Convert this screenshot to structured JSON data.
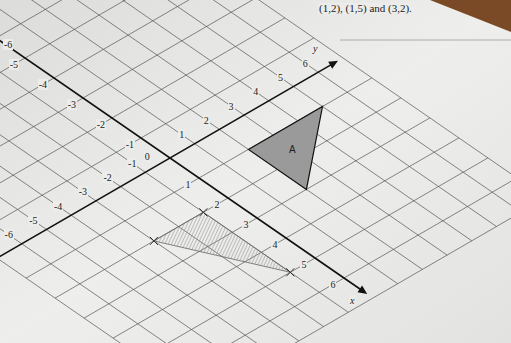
{
  "diagram": {
    "nodes": [
      {
        "text": [
          "A"
        ]
      }
    ],
    "labels": [
      "(1,2), (1,5) and (3,2).",
      "x",
      "y",
      "0",
      "-6",
      "-5",
      "-4",
      "-3",
      "-2",
      "-1",
      "1",
      "2",
      "3",
      "4",
      "5",
      "6",
      "1",
      "2",
      "3",
      "4",
      "5",
      "6",
      "-1",
      "-2",
      "-3",
      "-4",
      "-5",
      "-6"
    ]
  }
}
